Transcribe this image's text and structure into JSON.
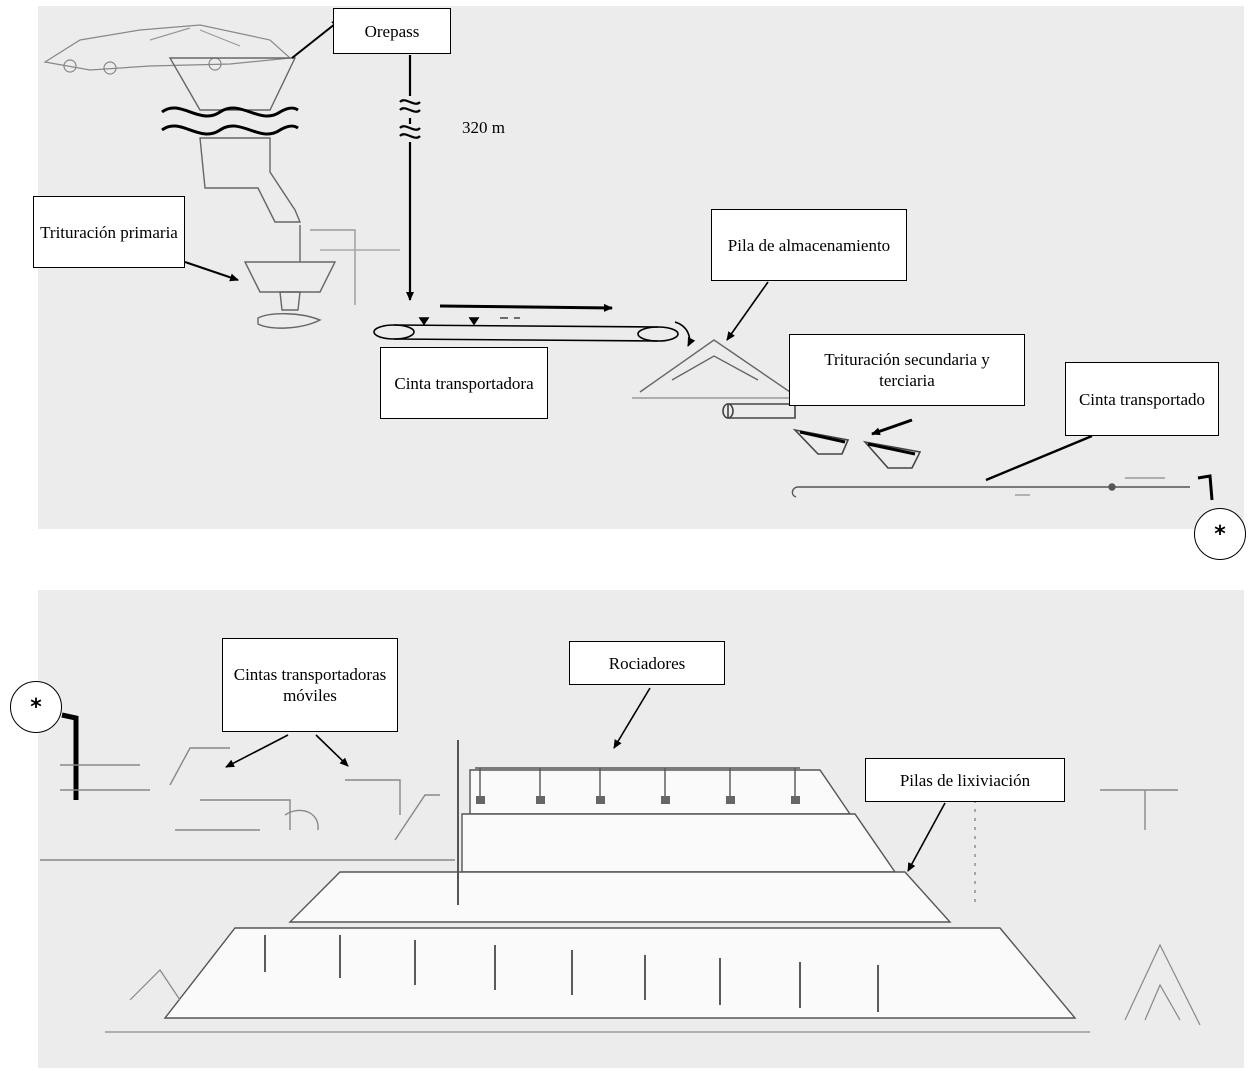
{
  "top_diagram": {
    "labels": {
      "orepass": "Orepass",
      "depth": "320 m",
      "primary_crushing": "Trituración primaria",
      "conveyor_belt": "Cinta transportadora",
      "stockpile": "Pila de almacenamiento",
      "secondary_tertiary": "Trituración secundaria y terciaria",
      "conveyor_belt_2": "Cinta transportado"
    },
    "connector_marker": "*"
  },
  "bottom_diagram": {
    "labels": {
      "mobile_conveyors": "Cintas transportadoras móviles",
      "sprinklers": "Rociadores",
      "leach_piles": "Pilas de lixiviación"
    },
    "connector_marker": "*"
  }
}
